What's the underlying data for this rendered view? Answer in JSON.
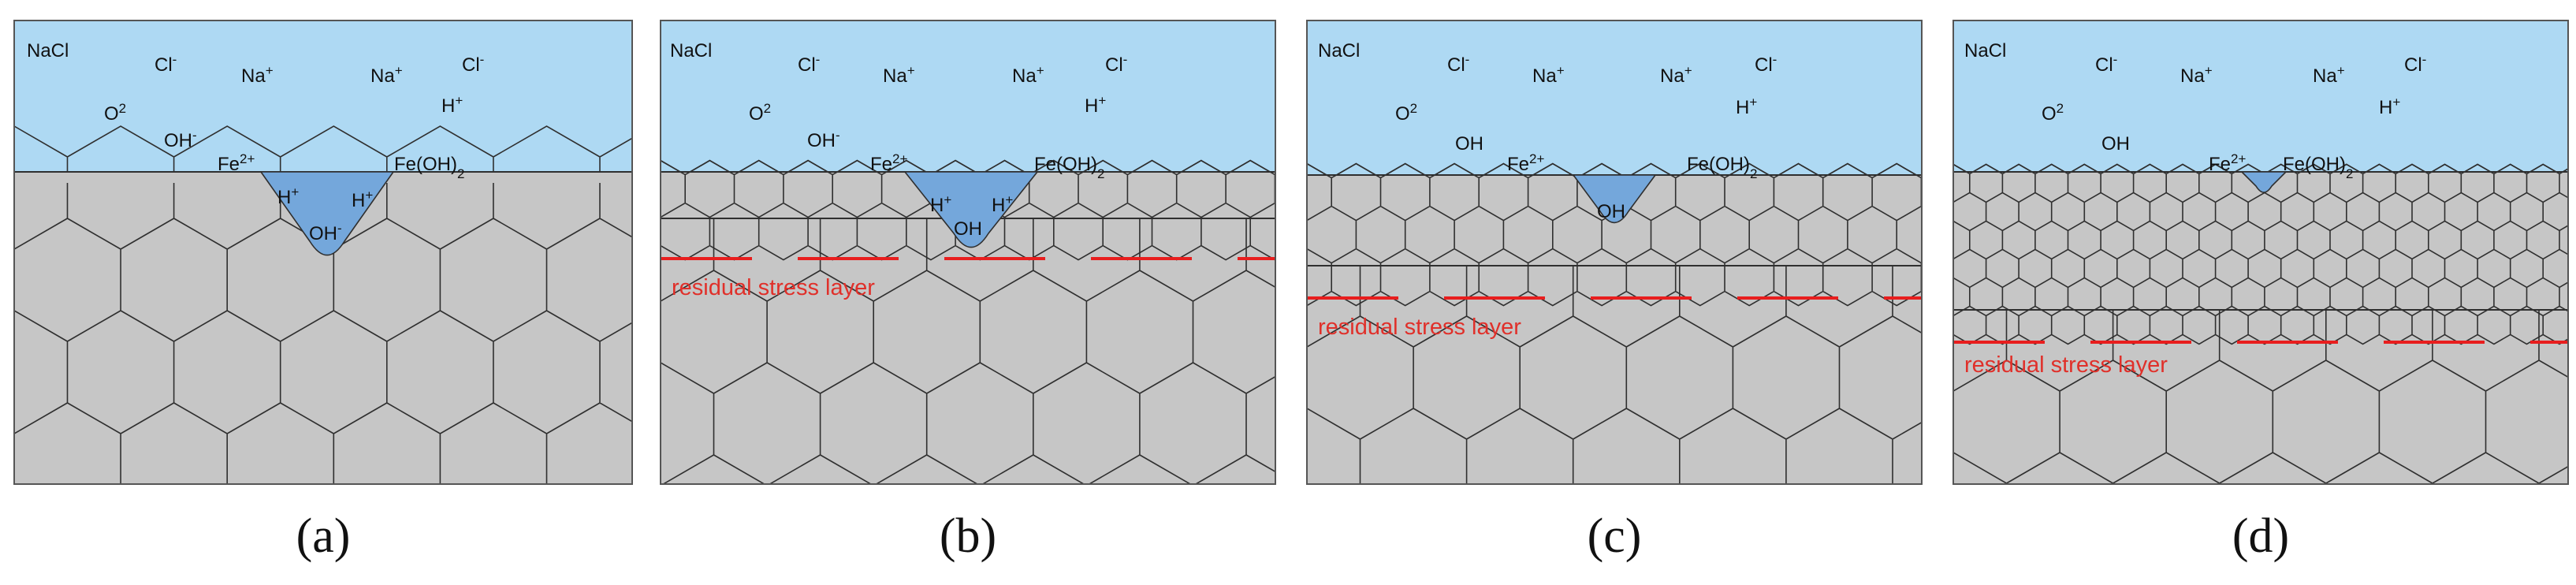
{
  "colors": {
    "solution": "#aed9f3",
    "pit": "#74a7db",
    "grain_fill": "#c6c6c6",
    "grain_edge": "#2f2f2f",
    "stress_line": "#e81e1e",
    "stress_text": "#e0302a",
    "ion_text": "#111111",
    "frame": "#555555"
  },
  "panels": [
    {
      "caption": "(a)",
      "stress_label": "",
      "ions": [
        "NaCl",
        "Cl-",
        "Na+",
        "Na+",
        "Cl-",
        "H+",
        "O2",
        "OH-",
        "Fe2+",
        "Fe(OH)2",
        "H+",
        "H+",
        "OH-"
      ]
    },
    {
      "caption": "(b)",
      "stress_label": "residual stress layer",
      "ions": [
        "NaCl",
        "Cl-",
        "Na+",
        "Na+",
        "Cl-",
        "H+",
        "O2",
        "OH-",
        "Fe2+",
        "Fe(OH)2",
        "H+",
        "H+",
        "OH"
      ]
    },
    {
      "caption": "(c)",
      "stress_label": "residual stress layer",
      "ions": [
        "NaCl",
        "Cl-",
        "Na+",
        "Na+",
        "Cl-",
        "H+",
        "O2",
        "OH",
        "Fe2+",
        "Fe(OH)2",
        "OH"
      ]
    },
    {
      "caption": "(d)",
      "stress_label": "residual stress layer",
      "ions": [
        "NaCl",
        "Cl-",
        "Na+",
        "Na+",
        "Cl-",
        "H+",
        "O2",
        "OH",
        "Fe2+",
        "Fe(OH)2"
      ]
    }
  ]
}
